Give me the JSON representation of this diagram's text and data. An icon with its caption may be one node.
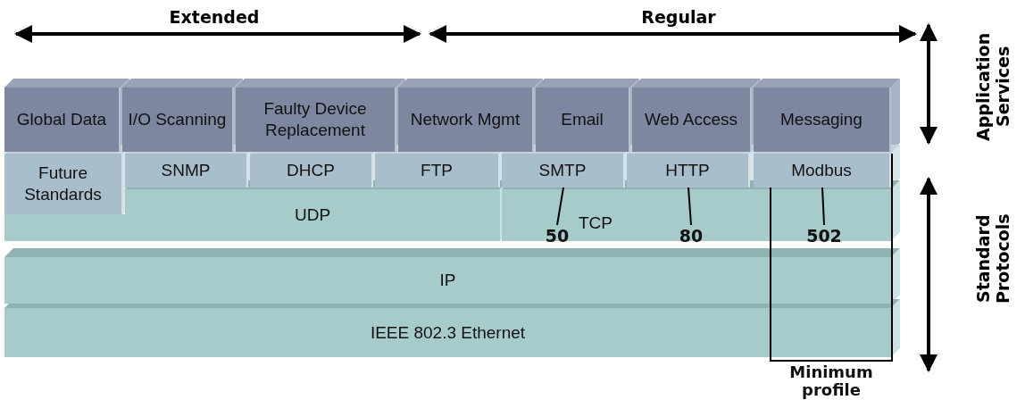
{
  "diagram": {
    "nodes": [
      {
        "text": [
          "Global Data"
        ]
      },
      {
        "text": [
          "I/O Scanning"
        ]
      },
      {
        "text": [
          "Faulty Device Replacement"
        ]
      },
      {
        "text": [
          "Network Mgmt"
        ]
      },
      {
        "text": [
          "Email"
        ]
      },
      {
        "text": [
          "Web Access"
        ]
      },
      {
        "text": [
          "Messaging"
        ]
      },
      {
        "text": [
          "Minimum profile"
        ]
      },
      {
        "text": [
          "Future Standards"
        ]
      },
      {
        "text": [
          "SNMP"
        ]
      },
      {
        "text": [
          "DHCP"
        ]
      },
      {
        "text": [
          "FTP"
        ]
      },
      {
        "text": [
          "SMTP"
        ]
      },
      {
        "text": [
          "HTTP"
        ]
      },
      {
        "text": [
          "Modbus"
        ],
        "in": 7
      },
      {
        "text": [
          "UDP"
        ]
      },
      {
        "text": [
          "TCP"
        ]
      },
      {
        "text": [
          "50"
        ],
        "in": 16
      },
      {
        "text": [
          "80"
        ],
        "in": 16
      },
      {
        "text": [
          "502"
        ]
      },
      {
        "text": [
          "IP"
        ]
      },
      {
        "text": [
          "IEEE 802.3 Ethernet"
        ]
      }
    ],
    "edges": [
      {
        "from": 17,
        "to": 12,
        "arrow": "none"
      },
      {
        "from": 18,
        "to": 13,
        "arrow": "none"
      },
      {
        "from": 19,
        "to": 14,
        "arrow": "none"
      }
    ],
    "labels": [
      "Extended",
      "Regular",
      "Application Services",
      "Standard Protocols"
    ]
  }
}
